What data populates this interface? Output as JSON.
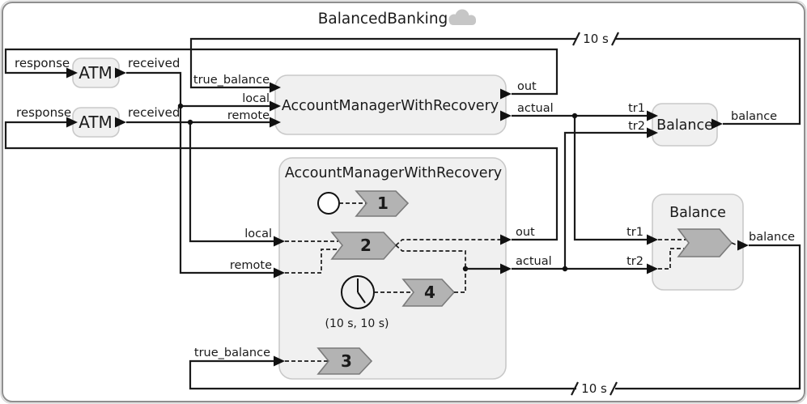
{
  "title": "BalancedBanking",
  "delays": {
    "top": "10 s",
    "bottom": "10 s"
  },
  "atm1": {
    "label": "ATM",
    "response": "response",
    "received": "received"
  },
  "atm2": {
    "label": "ATM",
    "response": "response",
    "received": "received"
  },
  "manager1": {
    "title": "AccountManagerWithRecovery",
    "ports": {
      "true_balance": "true_balance",
      "local": "local",
      "remote": "remote",
      "out": "out",
      "actual": "actual"
    }
  },
  "manager2": {
    "title": "AccountManagerWithRecovery",
    "ports": {
      "true_balance": "true_balance",
      "local": "local",
      "remote": "remote",
      "out": "out",
      "actual": "actual"
    },
    "steps": [
      "1",
      "2",
      "3",
      "4"
    ],
    "timer": "(10 s, 10 s)"
  },
  "balance1": {
    "title": "Balance",
    "ports": {
      "tr1": "tr1",
      "tr2": "tr2",
      "balance": "balance"
    }
  },
  "balance2": {
    "title": "Balance",
    "ports": {
      "tr1": "tr1",
      "tr2": "tr2",
      "balance": "balance"
    }
  },
  "colors": {
    "block_fill": "#f0f0f0",
    "block_border": "#c9c9c9",
    "chevron_fill": "#b3b3b3",
    "chevron_border": "#7a7a7a",
    "wire": "#1a1a1a",
    "cloud": "#c6c6c6",
    "boundary": "#8f8f8f"
  }
}
